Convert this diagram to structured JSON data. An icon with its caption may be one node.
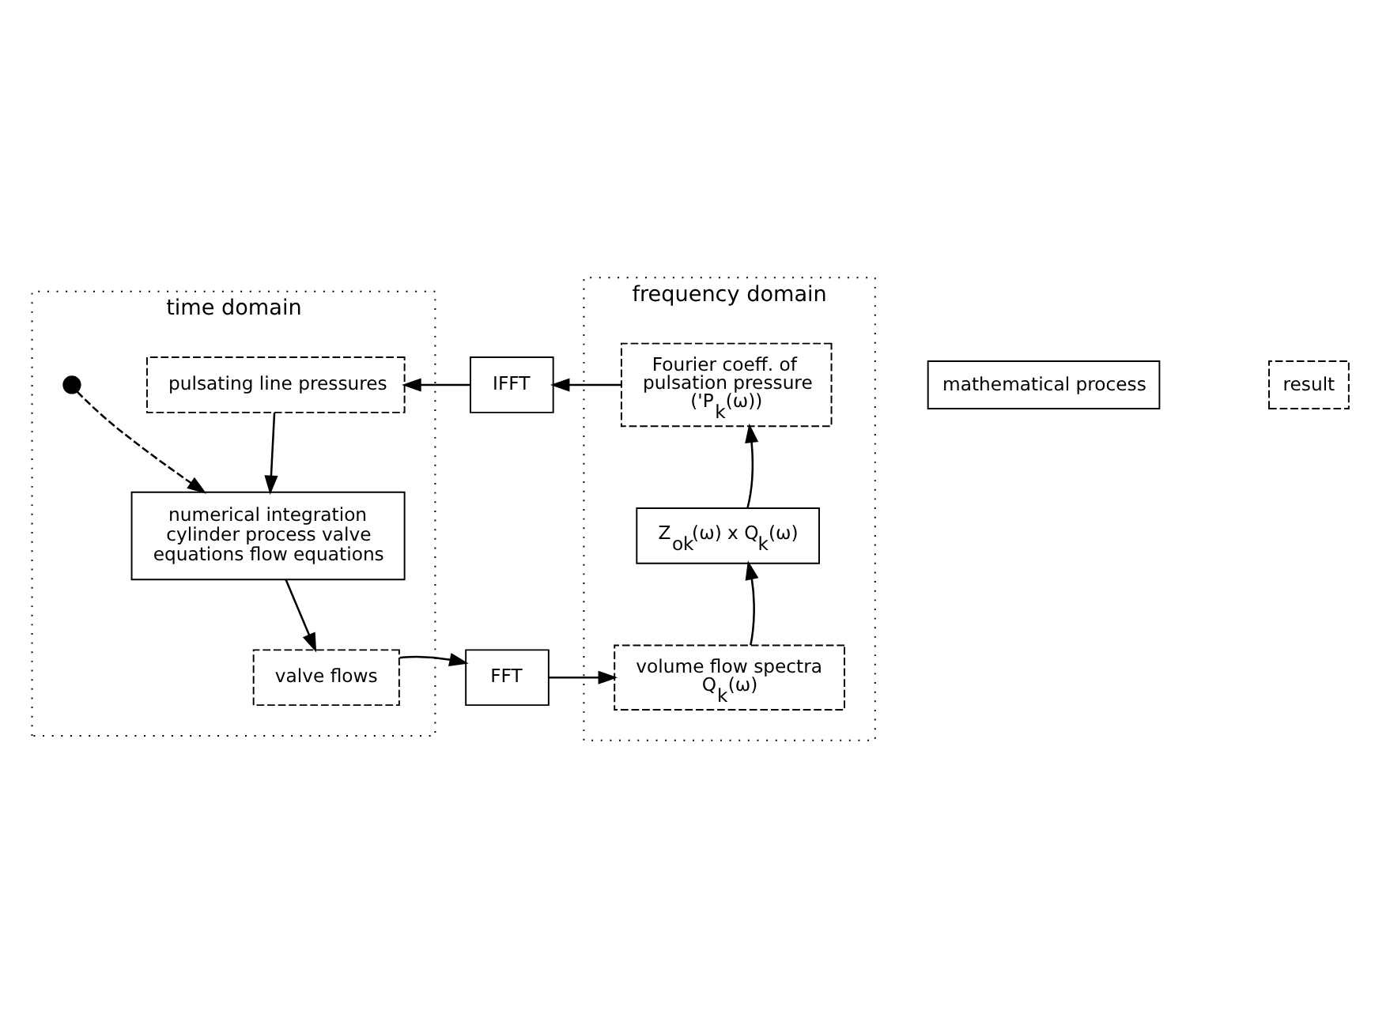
{
  "diagram": {
    "nodes": [
      {
        "text": [
          "time domain"
        ]
      },
      {
        "text": [
          "pulsating line pressures"
        ],
        "in": 0
      },
      {
        "text": [],
        "shape": "circle",
        "in": 0
      },
      {
        "text": [
          "numerical integration cylinder process valve equations flow equations"
        ],
        "in": 0
      },
      {
        "text": [
          "valve flows"
        ],
        "in": 0
      },
      {
        "text": [
          "frequency domain"
        ]
      },
      {
        "text": [
          "Fourier coeff. of pulsation pressure ('P$_{k}$(ω))"
        ],
        "in": 5
      },
      {
        "text": [
          "Z$_{ok}$(ω) x Q$_{k}$(ω)"
        ],
        "in": 5
      },
      {
        "text": [
          "volume flow spectra",
          "Q$_{k}$(ω)"
        ],
        "in": 5
      },
      {
        "text": [
          "IFFT"
        ]
      },
      {
        "text": [
          "FFT"
        ]
      }
    ],
    "edges": [
      {
        "from": 6,
        "to": 9,
        "arrow": "to"
      },
      {
        "from": 9,
        "to": 1,
        "arrow": "to"
      },
      {
        "from": 2,
        "to": 3,
        "arrow": "to",
        "style": "dashed"
      },
      {
        "from": 1,
        "to": 3,
        "arrow": "to"
      },
      {
        "from": 3,
        "to": 4,
        "arrow": "to"
      },
      {
        "from": 4,
        "to": 10,
        "arrow": "to"
      },
      {
        "from": 10,
        "to": 8,
        "arrow": "to"
      },
      {
        "from": 8,
        "to": 7,
        "arrow": "to"
      },
      {
        "from": 7,
        "to": 6,
        "arrow": "to"
      }
    ],
    "legend": [
      {
        "text": "mathematical process"
      },
      {
        "text": "result"
      }
    ]
  }
}
